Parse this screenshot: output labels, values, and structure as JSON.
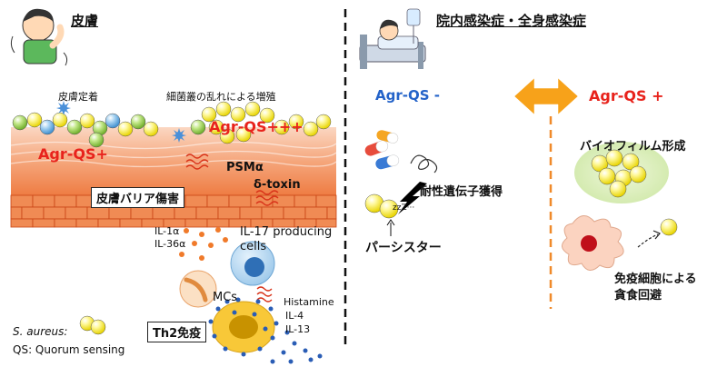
{
  "left": {
    "title": "皮膚",
    "label_colonization": "皮膚定着",
    "label_dysbiosis": "細菌叢の乱れによる増殖",
    "agr_qs_plus": "Agr-QS+",
    "agr_qs_plus3": "Agr-QS+++",
    "psm_alpha": "PSMα",
    "delta_toxin": "δ-toxin",
    "barrier_damage": "皮膚バリア傷害",
    "cytokine_1": "IL-1α",
    "cytokine_2": "IL-36α",
    "il17_cells_1": "IL-17 producing",
    "il17_cells_2": "cells",
    "mcs": "MCs",
    "histamine": "Histamine",
    "il4": "IL-4",
    "il13": "IL-13",
    "th2": "Th2免疫",
    "s_aureus": "S. aureus:",
    "qs": "QS: Quorum sensing"
  },
  "right": {
    "title": "院内感染症・全身感染症",
    "agr_minus": "Agr-QS -",
    "agr_plus": "Agr-QS +",
    "resistance": "耐性遺伝子獲得",
    "zzz": "zzZ···",
    "persister": "パーシスター",
    "biofilm": "バイオフィルム形成",
    "immune_1": "免疫細胞による",
    "immune_2": "貪食回避"
  },
  "colors": {
    "agr_red": "#e8231c",
    "agr_blue": "#2463c9",
    "bacteria_yellow": "#f5e400",
    "bacteria_green": "#8ec73c",
    "bacteria_blue": "#5aa6d8",
    "skin_orange": "#f07a3c",
    "dashed_orange": "#f08a2a",
    "arrow_orange": "#f7a21a"
  }
}
